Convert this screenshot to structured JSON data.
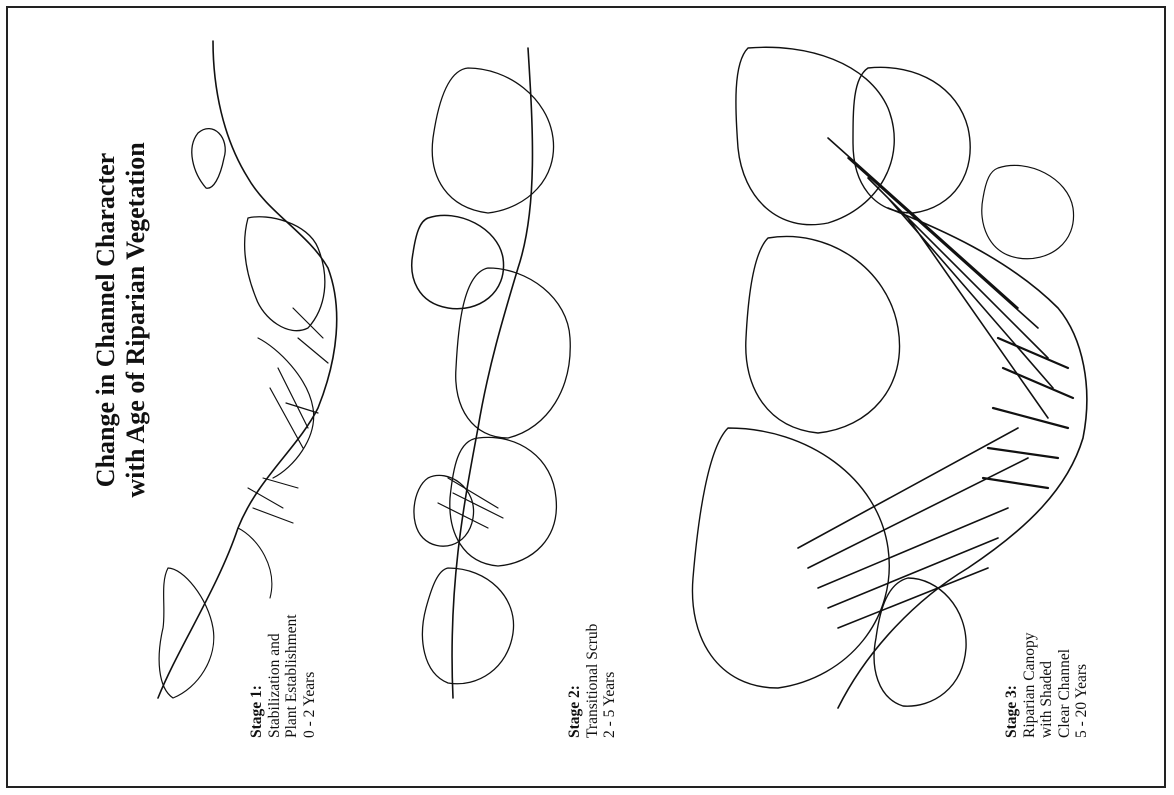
{
  "title": {
    "line1": "Change in Channel Character",
    "line2": "with Age of Riparian Vegetation"
  },
  "stages": [
    {
      "label": "Stage 1:",
      "lines": [
        "Stabilization and",
        "Plant Establishment",
        "0 - 2 Years"
      ]
    },
    {
      "label": "Stage 2:",
      "lines": [
        "Transitional Scrub",
        "2 - 5 Years"
      ]
    },
    {
      "label": "Stage 3:",
      "lines": [
        "Riparian Canopy",
        "with Shaded",
        "Clear Channel",
        "5 - 20 Years"
      ]
    }
  ]
}
